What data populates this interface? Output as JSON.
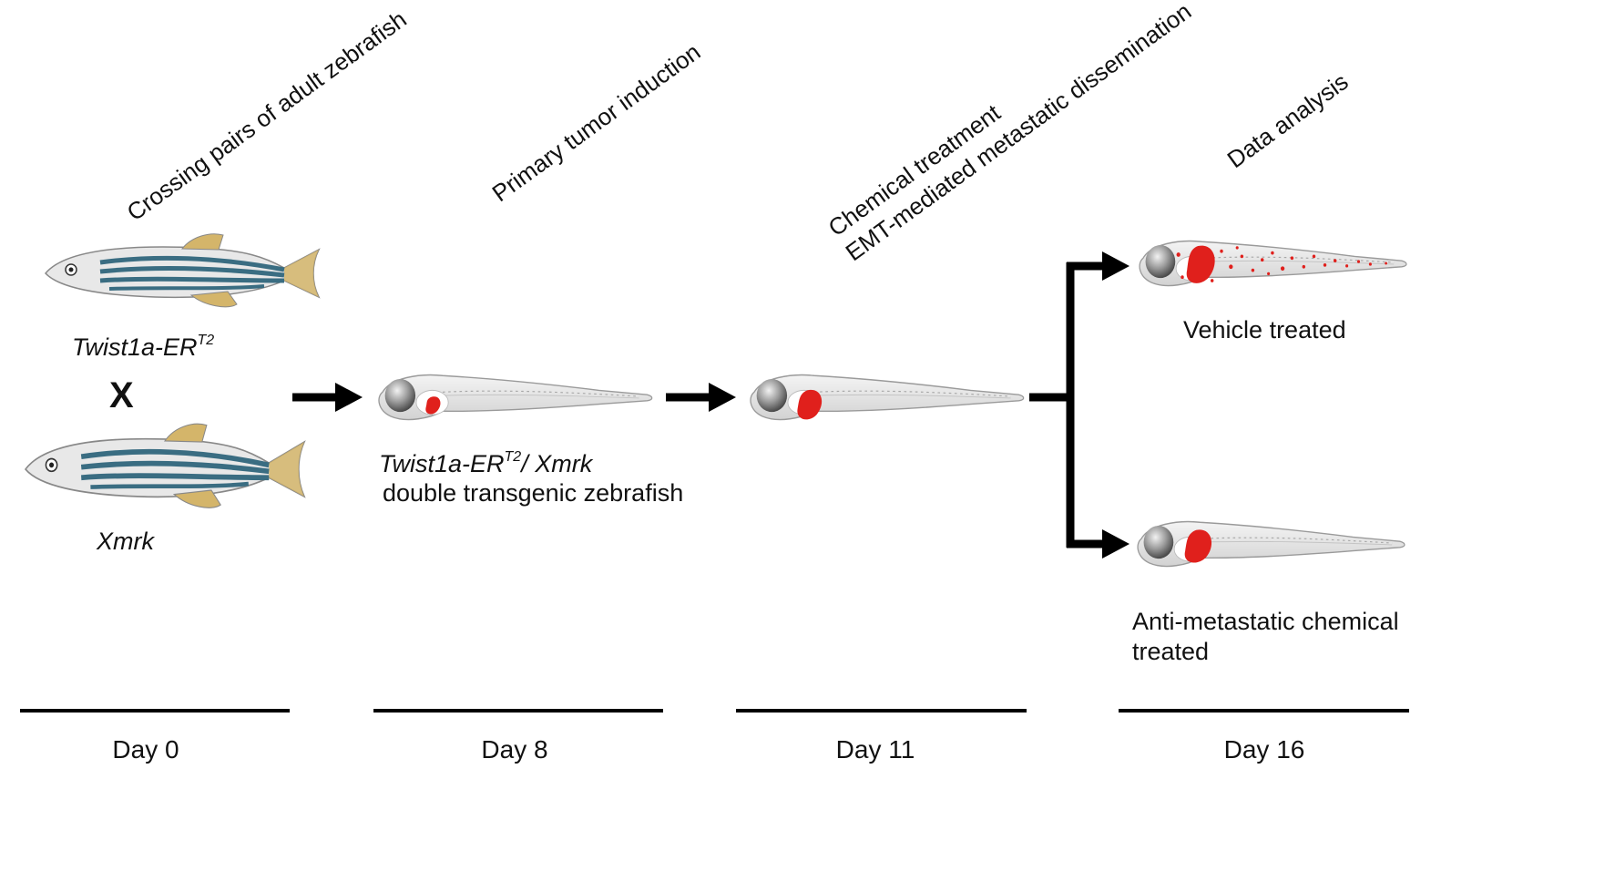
{
  "stages": [
    {
      "id": "day0",
      "heading": "Crossing pairs of adult zebrafish",
      "day": "Day 0"
    },
    {
      "id": "day8",
      "heading": "Primary tumor induction",
      "day": "Day 8"
    },
    {
      "id": "day11",
      "heading_lines": [
        "Chemical treatment",
        "EMT-mediated metastatic dissemination"
      ],
      "day": "Day 11"
    },
    {
      "id": "day16",
      "heading": "Data analysis",
      "day": "Day 16"
    }
  ],
  "parents": {
    "top": {
      "name": "Twist1a-ER",
      "sup": "T2"
    },
    "cross_symbol": "X",
    "bottom": {
      "name": "Xmrk"
    }
  },
  "offspring": {
    "name_a": "Twist1a-ER",
    "sup": "T2",
    "name_b": "/ Xmrk",
    "desc": "double transgenic zebrafish"
  },
  "outcomes": {
    "vehicle": "Vehicle treated",
    "chemical_lines": [
      "Anti-metastatic chemical",
      "treated"
    ]
  },
  "colors": {
    "tumor": "#e0201c",
    "stripe": "#3a6d82",
    "fin": "#d8c282",
    "larva": "#e6e6e6",
    "arrow": "#000000"
  }
}
